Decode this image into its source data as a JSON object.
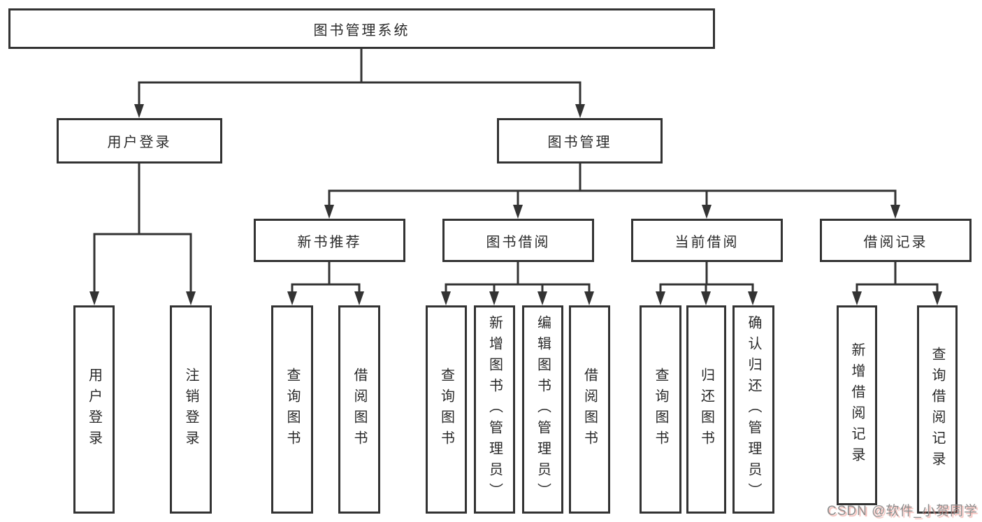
{
  "diagram": {
    "type": "hierarchy-tree",
    "nodes": {
      "root": "图书管理系统",
      "user_login": "用户登录",
      "book_mgmt": "图书管理",
      "new_book_rec": "新书推荐",
      "book_borrow": "图书借阅",
      "current_borrow": "当前借阅",
      "borrow_records": "借阅记录",
      "ul_user_login": "用户登录",
      "ul_logout": "注销登录",
      "nb_query_books": "查询图书",
      "nb_borrow_books": "借阅图书",
      "bb_query_books": "查询图书",
      "bb_add_books": "新增图书（管理员）",
      "bb_edit_books": "编辑图书（管理员）",
      "bb_borrow_books": "借阅图书",
      "cb_query_books": "查询图书",
      "cb_return_books": "归还图书",
      "cb_confirm_return": "确认归还（管理员）",
      "br_add_record": "新增借阅记录",
      "br_query_record": "查询借阅记录"
    },
    "edges": [
      [
        "root",
        "user_login"
      ],
      [
        "root",
        "book_mgmt"
      ],
      [
        "user_login",
        "ul_user_login"
      ],
      [
        "user_login",
        "ul_logout"
      ],
      [
        "book_mgmt",
        "new_book_rec"
      ],
      [
        "book_mgmt",
        "book_borrow"
      ],
      [
        "book_mgmt",
        "current_borrow"
      ],
      [
        "book_mgmt",
        "borrow_records"
      ],
      [
        "new_book_rec",
        "nb_query_books"
      ],
      [
        "new_book_rec",
        "nb_borrow_books"
      ],
      [
        "book_borrow",
        "bb_query_books"
      ],
      [
        "book_borrow",
        "bb_add_books"
      ],
      [
        "book_borrow",
        "bb_edit_books"
      ],
      [
        "book_borrow",
        "bb_borrow_books"
      ],
      [
        "current_borrow",
        "cb_query_books"
      ],
      [
        "current_borrow",
        "cb_return_books"
      ],
      [
        "current_borrow",
        "cb_confirm_return"
      ],
      [
        "borrow_records",
        "br_add_record"
      ],
      [
        "borrow_records",
        "br_query_record"
      ]
    ],
    "colors": {
      "line": "#333333",
      "border": "#333333",
      "text": "#2a2a2a",
      "background": "#ffffff"
    }
  },
  "watermark": {
    "text": "CSDN @软件_小贺同学",
    "color": "#8e8e8e",
    "shadow_color": "#eb786e"
  }
}
